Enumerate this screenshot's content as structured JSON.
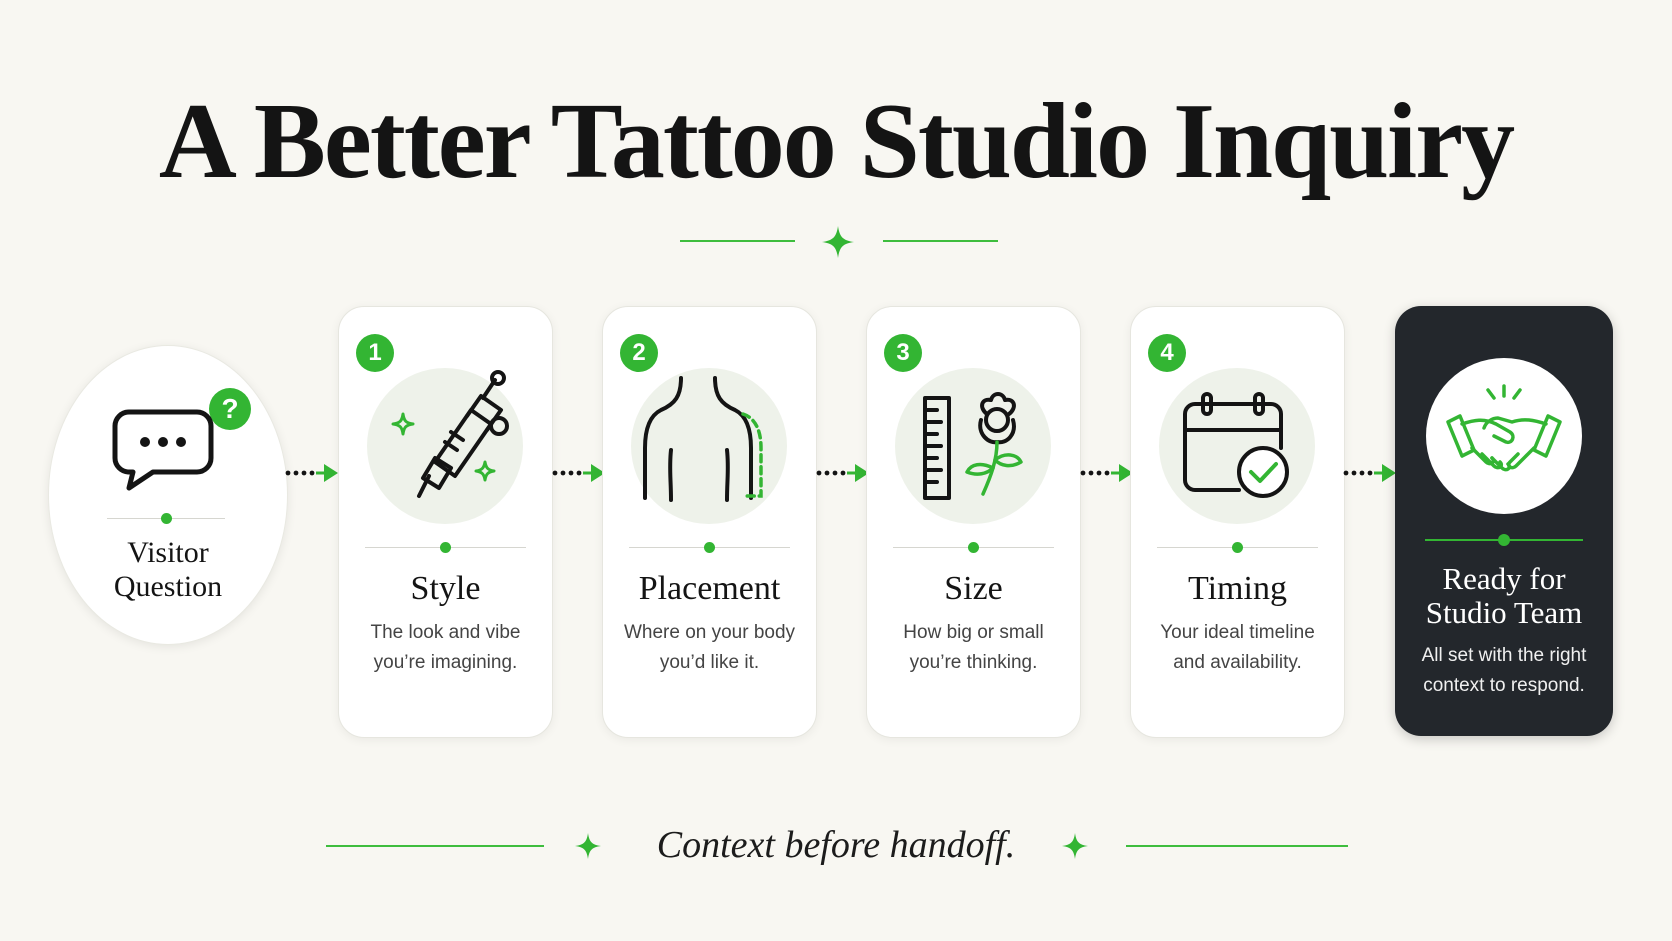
{
  "title": "A Better Tattoo Studio Inquiry",
  "colors": {
    "accent": "#33b533",
    "dark_card": "#23272c",
    "background": "#f8f7f2"
  },
  "visitor": {
    "badge": "?",
    "icon": "chat-bubble-icon",
    "label_line1": "Visitor",
    "label_line2": "Question"
  },
  "steps": [
    {
      "number": "1",
      "icon": "tattoo-machine-icon",
      "title": "Style",
      "desc_line1": "The look and vibe",
      "desc_line2": "you’re imagining."
    },
    {
      "number": "2",
      "icon": "body-shoulder-icon",
      "title": "Placement",
      "desc_line1": "Where on your body",
      "desc_line2": "you’d like it."
    },
    {
      "number": "3",
      "icon": "ruler-rose-icon",
      "title": "Size",
      "desc_line1": "How big or small",
      "desc_line2": "you’re thinking."
    },
    {
      "number": "4",
      "icon": "calendar-check-icon",
      "title": "Timing",
      "desc_line1": "Your ideal timeline",
      "desc_line2": "and availability."
    }
  ],
  "final": {
    "icon": "handshake-icon",
    "title_line1": "Ready for",
    "title_line2": "Studio Team",
    "desc_line1": "All set with the right",
    "desc_line2": "context to respond."
  },
  "footer": {
    "text": "Context before handoff."
  }
}
